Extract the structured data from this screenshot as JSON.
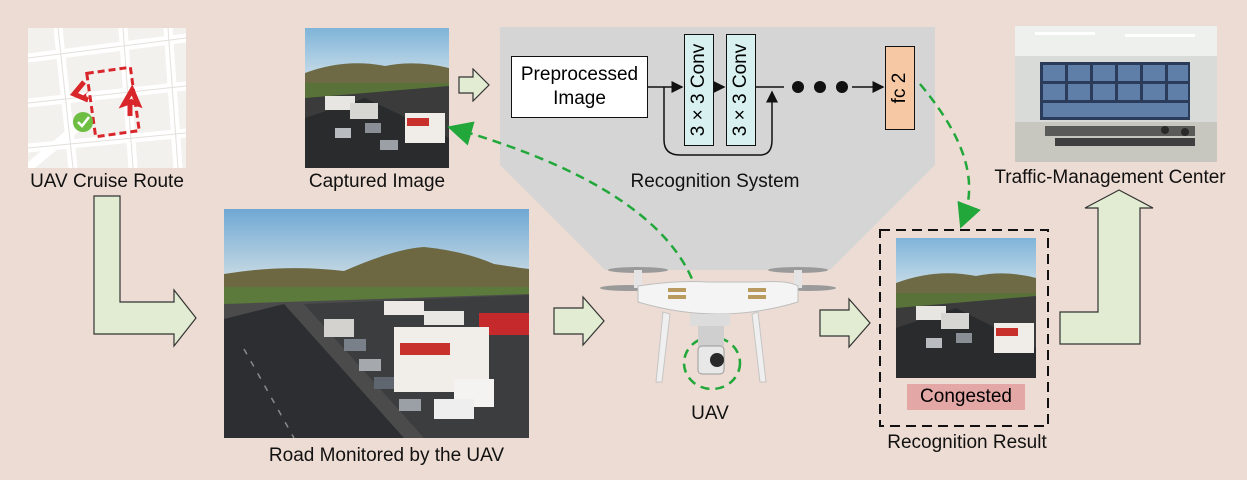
{
  "labels": {
    "cruise_route": "UAV Cruise Route",
    "captured_image": "Captured Image",
    "recognition_system": "Recognition System",
    "traffic_center": "Traffic-Management Center",
    "road_monitored": "Road Monitored by the UAV",
    "uav": "UAV",
    "recognition_result": "Recognition Result",
    "congested": "Congested"
  },
  "network": {
    "preprocessed_line1": "Preprocessed",
    "preprocessed_line2": "Image",
    "conv1": "3 × 3 Conv",
    "conv2": "3 × 3 Conv",
    "fc": "fc 2"
  },
  "colors": {
    "background": "#eddcd3",
    "arrow_fill": "#e2ecd2",
    "dashed_arrow": "#22a83a",
    "gray_panel": "#d5d5d5",
    "conv_fill": "#d9f0f0",
    "fc_fill": "#f6c8a4",
    "congested_fill": "#e3a7a5"
  }
}
